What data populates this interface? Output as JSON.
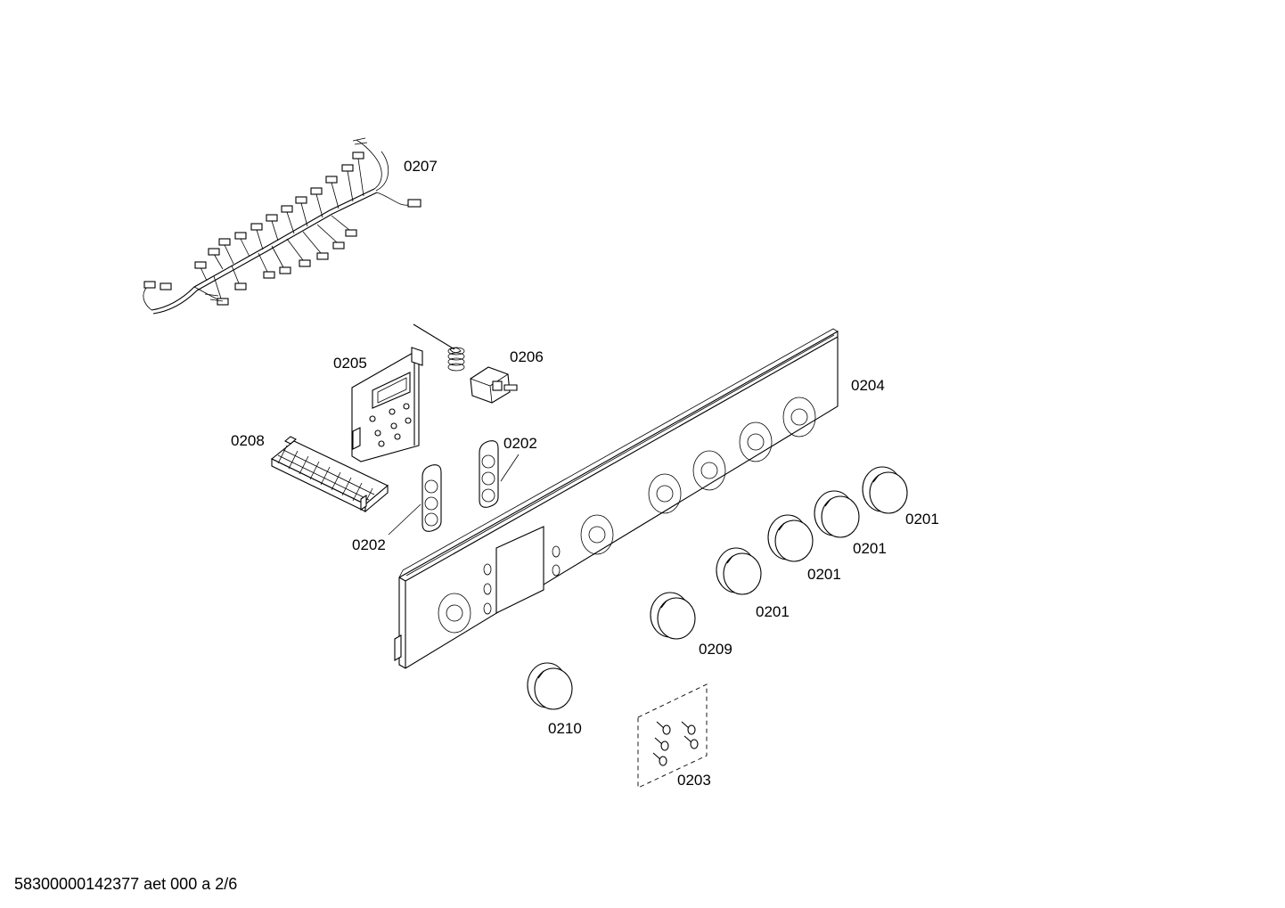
{
  "labels": {
    "p0201": "0201",
    "p0202": "0202",
    "p0203": "0203",
    "p0204": "0204",
    "p0205": "0205",
    "p0206": "0206",
    "p0207": "0207",
    "p0208": "0208",
    "p0209": "0209",
    "p0210": "0210"
  },
  "footer": "58300000142377 aet 000 a 2/6"
}
